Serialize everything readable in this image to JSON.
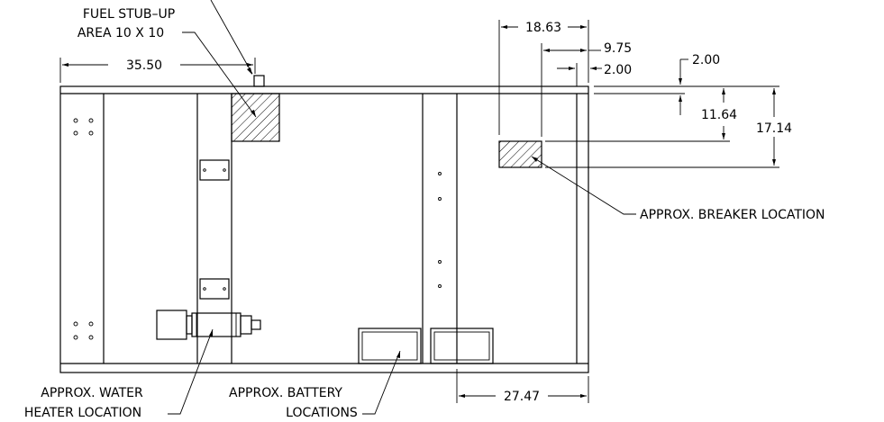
{
  "labels": {
    "fuel_stub_line1": "FUEL STUB–UP",
    "fuel_stub_line2": "AREA 10 X 10",
    "breaker": "APPROX. BREAKER LOCATION",
    "water_heater_line1": "APPROX. WATER",
    "water_heater_line2": "HEATER LOCATION",
    "battery_line1": "APPROX. BATTERY",
    "battery_line2": "LOCATIONS"
  },
  "dimensions": {
    "fuel_offset": "35.50",
    "breaker_offset": "18.63",
    "breaker_width": "9.75",
    "edge_offset_horizontal": "2.00",
    "edge_offset_vertical": "2.00",
    "breaker_top": "11.64",
    "breaker_bottom": "17.14",
    "battery_offset": "27.47"
  },
  "colors": {
    "line": "#000000",
    "background": "#ffffff"
  }
}
